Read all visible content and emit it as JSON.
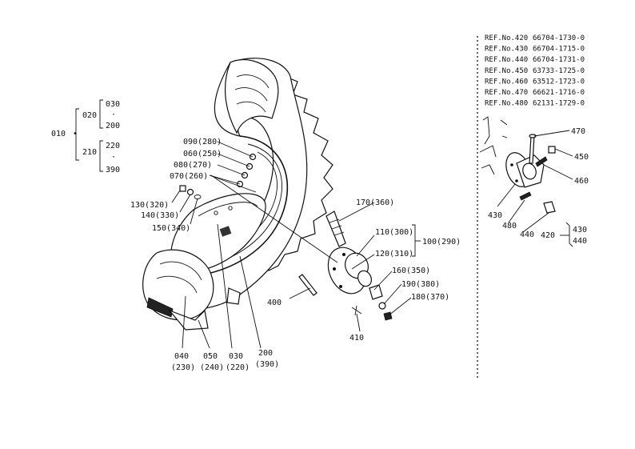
{
  "hierarchy": {
    "root": "010",
    "bullet": "•",
    "g020": "020",
    "g210": "210",
    "c030": "030",
    "c200": "200",
    "c220": "220",
    "c390": "390",
    "dot": "·"
  },
  "refs": [
    {
      "ref": "REF.No.420",
      "part": "66704-1730-0"
    },
    {
      "ref": "REF.No.430",
      "part": "66704-1715-0"
    },
    {
      "ref": "REF.No.440",
      "part": "66704-1731-0"
    },
    {
      "ref": "REF.No.450",
      "part": "63733-1725-0"
    },
    {
      "ref": "REF.No.460",
      "part": "63512-1723-0"
    },
    {
      "ref": "REF.No.470",
      "part": "66621-1716-0"
    },
    {
      "ref": "REF.No.480",
      "part": "62131-1729-0"
    }
  ],
  "callouts": {
    "c090": "090(280)",
    "c060": "060(250)",
    "c080": "080(270)",
    "c070": "070(260)",
    "c130": "130(320)",
    "c140": "140(330)",
    "c150": "150(340)",
    "c170": "170(360)",
    "c110": "110(300)",
    "c100": "100(290)",
    "c120": "120(310)",
    "c160": "160(350)",
    "c190": "190(380)",
    "c180": "180(370)",
    "c400": "400",
    "c410": "410",
    "b040a": "040",
    "b040b": "(230)",
    "b050a": "050",
    "b050b": "(240)",
    "b030a": "030",
    "b030b": "(220)",
    "b200a": "200",
    "b200b": "(390)"
  },
  "inset": {
    "c470": "470",
    "c450": "450",
    "c460": "460",
    "c430": "430",
    "c480": "480",
    "c440": "440",
    "c420": "420",
    "c430b": "430",
    "c440b": "440"
  }
}
